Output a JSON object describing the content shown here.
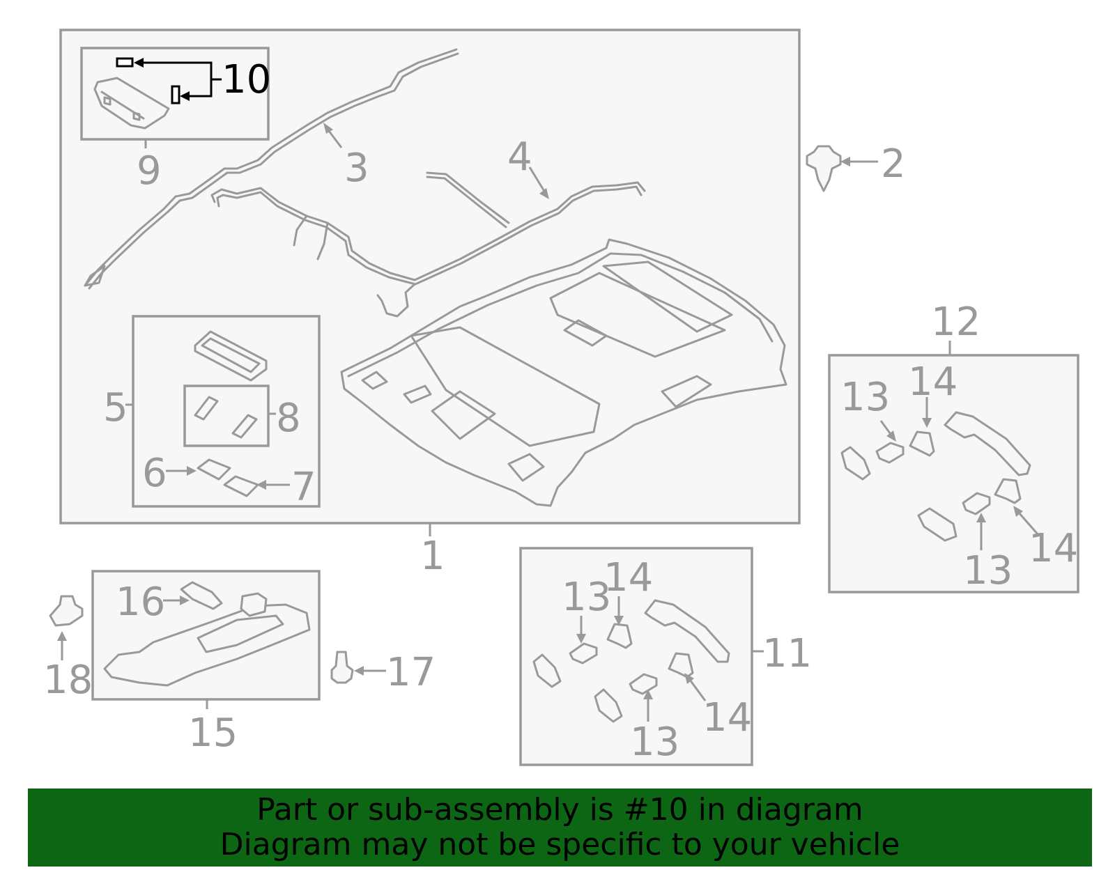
{
  "callouts": {
    "c1": "1",
    "c2": "2",
    "c3": "3",
    "c4": "4",
    "c5": "5",
    "c6": "6",
    "c7": "7",
    "c8": "8",
    "c9": "9",
    "c10": "10",
    "c11": "11",
    "c12": "12",
    "c13a": "13",
    "c14a": "14",
    "c13b": "13",
    "c14b": "14",
    "c13c": "13",
    "c14c": "14",
    "c13d": "13",
    "c14d": "14",
    "c15": "15",
    "c16": "16",
    "c17": "17",
    "c18": "18"
  },
  "highlighted_part": "10",
  "colors": {
    "line": "#999999",
    "panel_fill": "#f7f7f7",
    "highlight": "#000000",
    "banner": "#0d6613"
  },
  "banner": {
    "line1": "Part or sub-assembly is #10 in diagram",
    "line2": "Diagram may not be specific to your vehicle"
  }
}
